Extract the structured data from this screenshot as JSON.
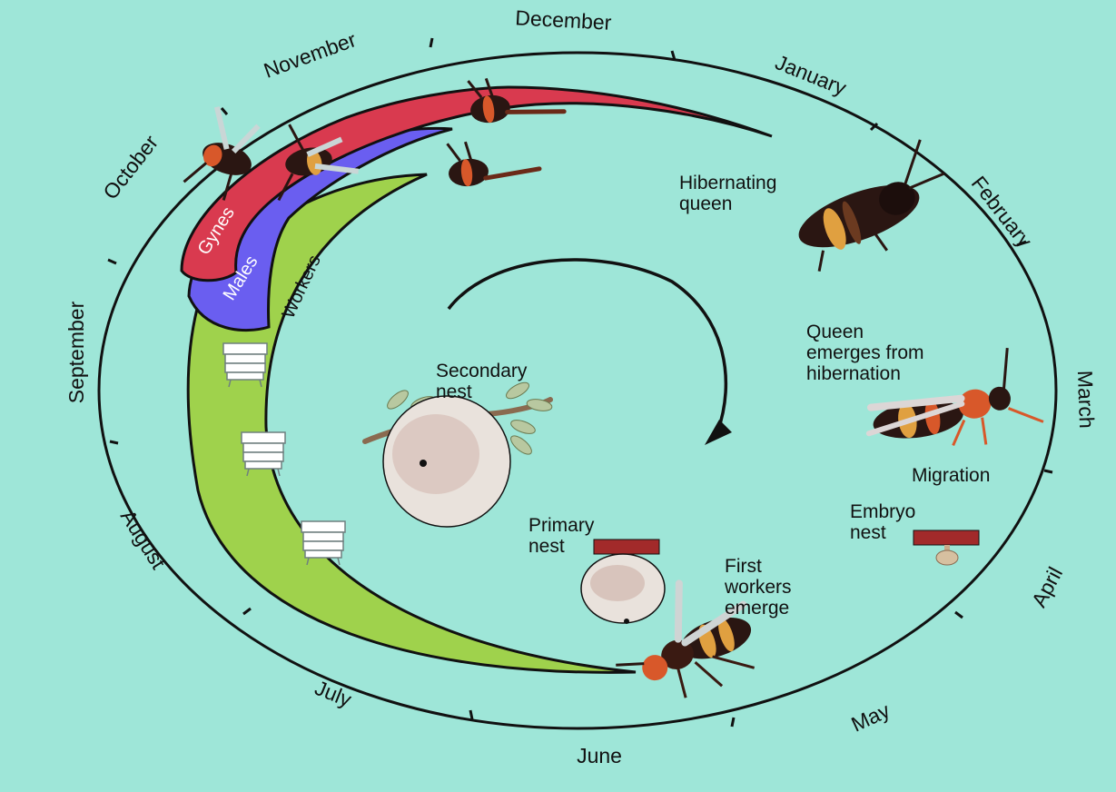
{
  "months": [
    {
      "id": "december",
      "label": "December"
    },
    {
      "id": "january",
      "label": "January"
    },
    {
      "id": "february",
      "label": "February"
    },
    {
      "id": "march",
      "label": "March"
    },
    {
      "id": "april",
      "label": "April"
    },
    {
      "id": "may",
      "label": "May"
    },
    {
      "id": "june",
      "label": "June"
    },
    {
      "id": "july",
      "label": "July"
    },
    {
      "id": "august",
      "label": "August"
    },
    {
      "id": "september",
      "label": "September"
    },
    {
      "id": "october",
      "label": "October"
    },
    {
      "id": "november",
      "label": "November"
    }
  ],
  "bands": {
    "gynes": "Gynes",
    "males": "Males",
    "workers": "Workers"
  },
  "stages": {
    "hibernating_queen": [
      "Hibernating",
      "queen"
    ],
    "queen_emerges": [
      "Queen",
      "emerges from",
      "hibernation"
    ],
    "migration": "Migration",
    "embryo_nest": [
      "Embryo",
      "nest"
    ],
    "first_workers": [
      "First",
      "workers",
      "emerge"
    ],
    "primary_nest": [
      "Primary",
      "nest"
    ],
    "secondary_nest": [
      "Secondary",
      "nest"
    ]
  },
  "colors": {
    "background": "#9ee6d8",
    "gynes": "#d93a4f",
    "males": "#6a5ef0",
    "workers": "#9fd24c",
    "nest": "#e9e2dc",
    "nest_speckle": "#a86a5a",
    "hornet_body": "#2a1612",
    "hornet_band": "#e0a040",
    "hornet_orange": "#d8582a"
  }
}
